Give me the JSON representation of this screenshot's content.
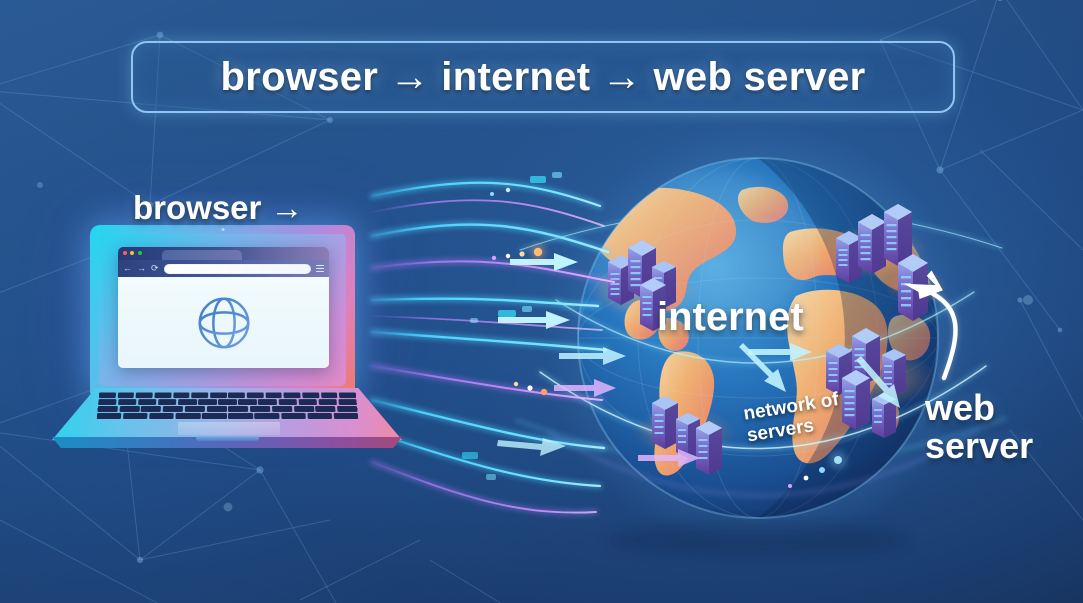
{
  "title": {
    "text": "browser → internet → web server",
    "border_color": "#8fc6f2",
    "text_color": "#ffffff"
  },
  "labels": {
    "browser": "browser →",
    "internet": "internet",
    "network_of_servers": "network of servers",
    "web_server": "web server"
  },
  "laptop": {
    "browser_window": {
      "traffic_lights": [
        "red",
        "yellow",
        "green"
      ],
      "back_icon": "←",
      "forward_icon": "→",
      "reload_icon": "⟳",
      "address_bar_value": "",
      "address_bar_placeholder": "",
      "menu_icon": "hamburger-menu-icon",
      "content_icon": "globe-icon"
    },
    "lid_gradient": [
      "#23d7f0",
      "#b089dd",
      "#f07a6a"
    ],
    "base_gradient": [
      "#2ad3ef",
      "#bd9ade",
      "#ef8aa6"
    ]
  },
  "globe": {
    "ocean_color": "#1d5ea8",
    "land_color": "#f0b173",
    "highlight_color": "#7ed3f5",
    "server_clusters": [
      {
        "name": "north-america-cluster",
        "count": 4
      },
      {
        "name": "europe-cluster",
        "count": 3
      },
      {
        "name": "middle-east-server",
        "count": 1
      },
      {
        "name": "africa-cluster",
        "count": 5
      },
      {
        "name": "south-america-cluster",
        "count": 3
      }
    ]
  },
  "streams": {
    "description": "glowing data flow lines from browser to globe",
    "cyan_color": "#4ad5ff",
    "magenta_color": "#b07ef0",
    "arrow_count": 5,
    "line_count": 10,
    "packet_dot_colors": [
      "#ffd9a0",
      "#ffffff",
      "#d8a0ff",
      "#8fd8ff"
    ]
  },
  "background": {
    "base_color": "#1d4277",
    "mesh_color": "#4f8ac4"
  }
}
